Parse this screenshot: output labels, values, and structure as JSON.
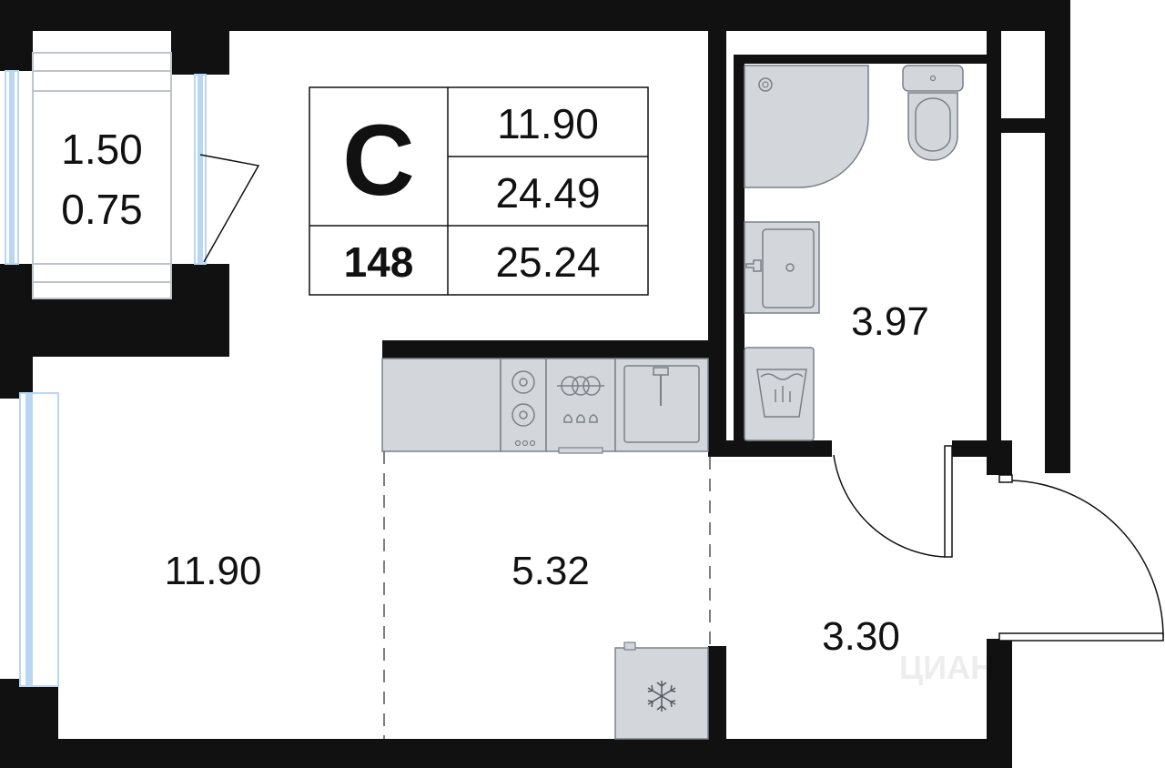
{
  "summary": {
    "type_letter": "С",
    "apartment_number": "148",
    "living_area": "11.90",
    "area_without_balcony": "24.49",
    "total_area": "25.24"
  },
  "balcony": {
    "area": "1.50",
    "reduced_area": "0.75"
  },
  "rooms": {
    "living_room": "11.90",
    "kitchen": "5.32",
    "bathroom": "3.97",
    "hallway": "3.30"
  },
  "watermark": "ЦИАН",
  "colors": {
    "wall": "#111111",
    "fixture_fill": "#d3d7dc",
    "fixture_stroke": "#7a8088",
    "window": "#b9d6f2",
    "background": "#ffffff"
  },
  "icons": [
    "snowflake-icon",
    "hob-icon",
    "sink-icon",
    "shower-icon",
    "toilet-icon",
    "washbasin-icon",
    "washing-machine-icon"
  ]
}
